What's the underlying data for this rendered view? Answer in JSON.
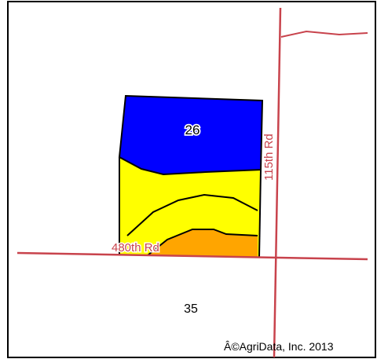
{
  "map": {
    "soil_unit_label": "26",
    "section_label": "35",
    "copyright": "Â©AgriData, Inc. 2013",
    "roads": {
      "horizontal": "480th Rd",
      "vertical": "115th Rd"
    },
    "colors": {
      "border": "#000000",
      "road": "#c8434c",
      "soil_blue": "#0000ff",
      "soil_yellow": "#ffff00",
      "soil_orange": "#ffa500",
      "background": "#ffffff"
    }
  }
}
